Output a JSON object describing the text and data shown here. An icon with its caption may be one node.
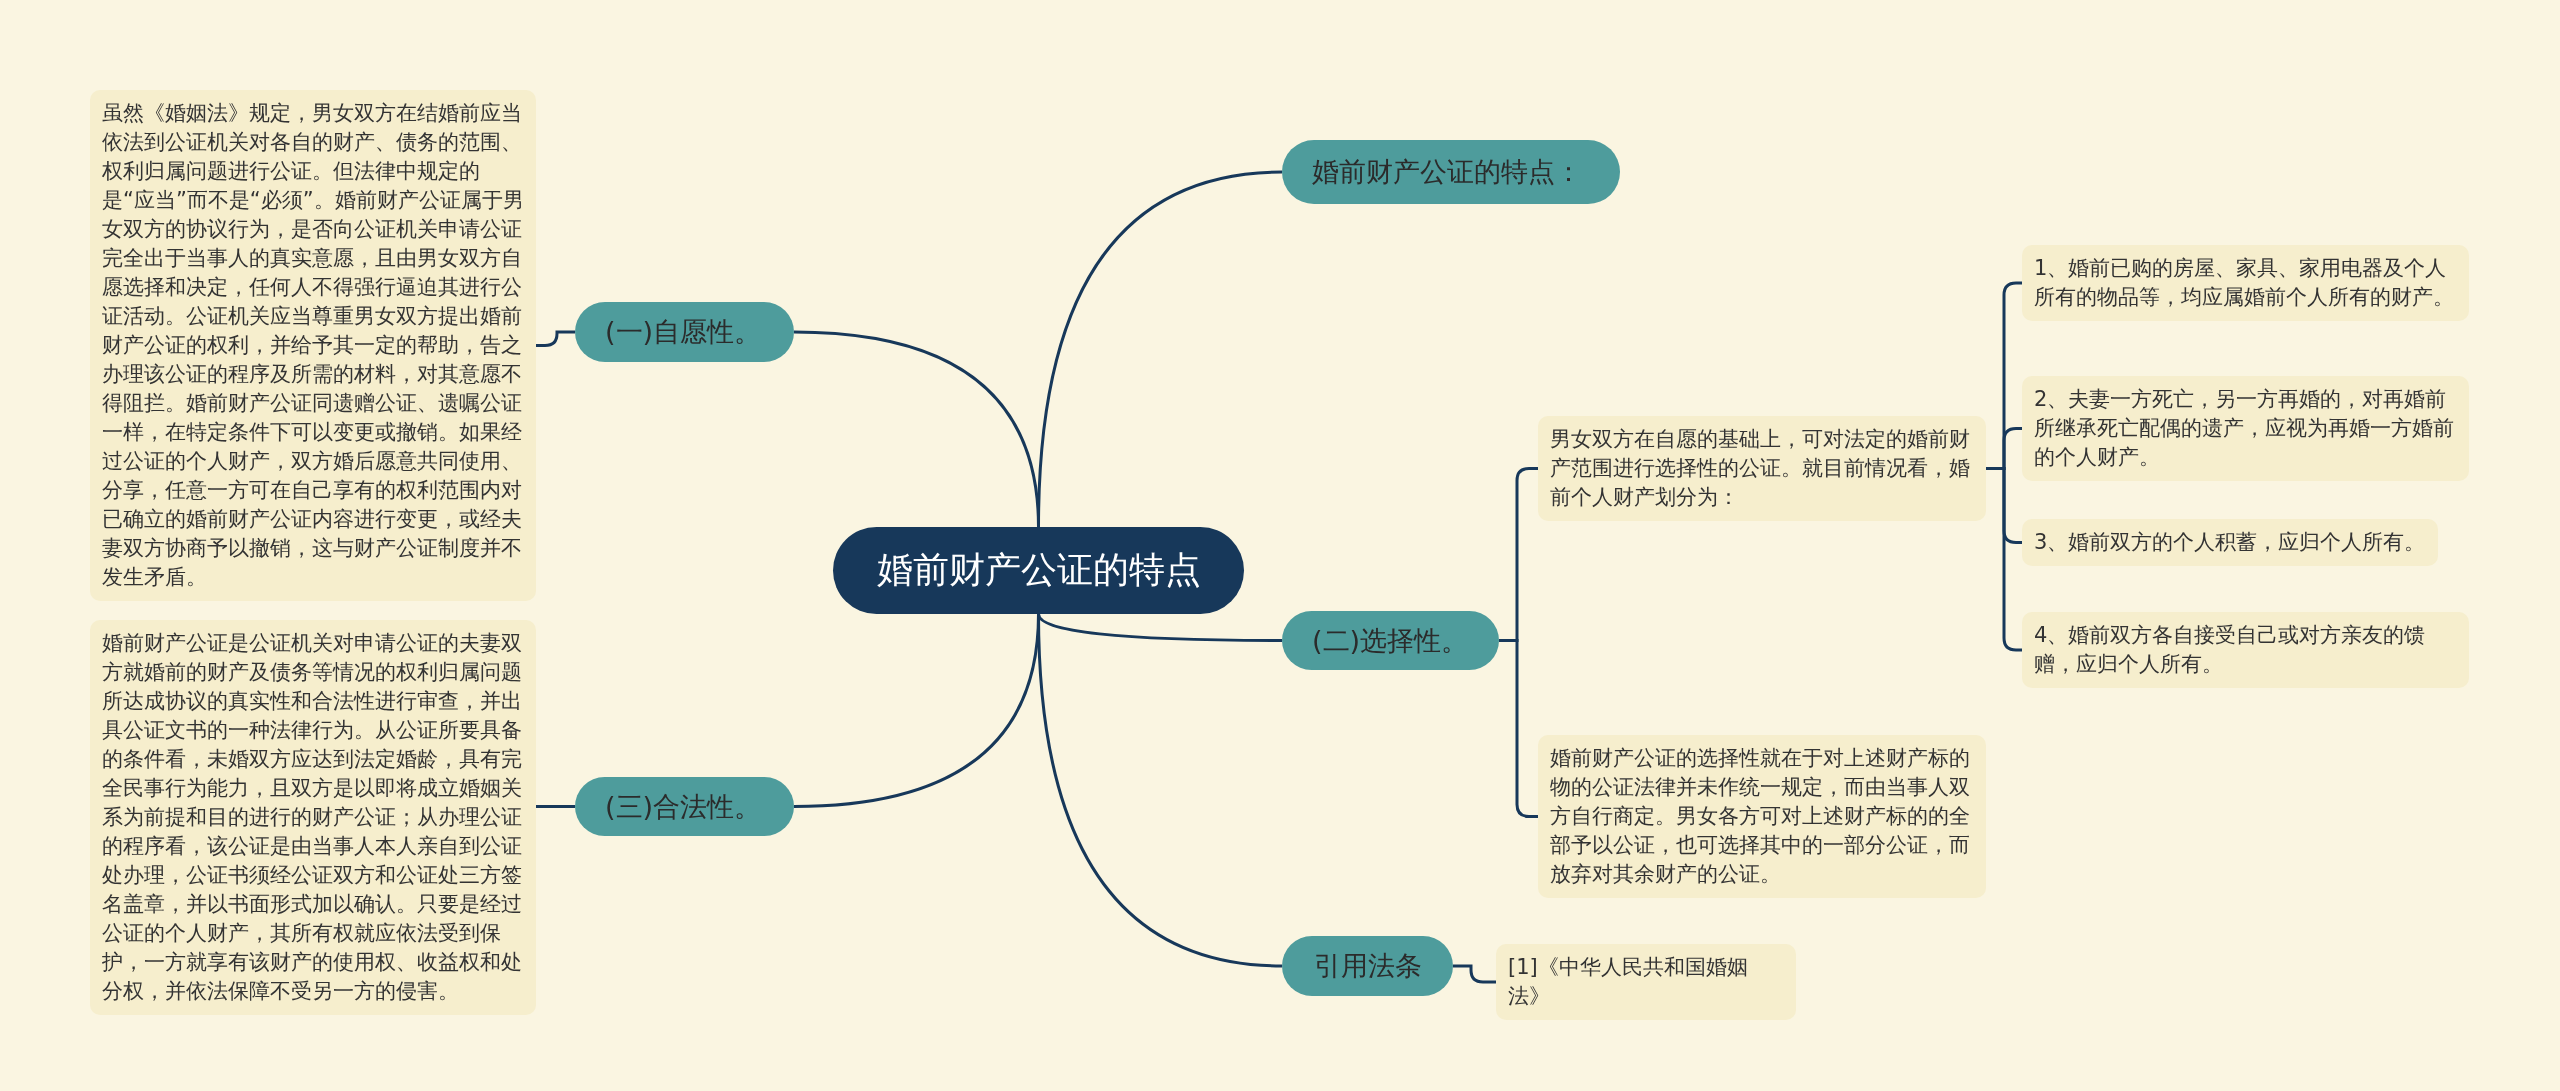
{
  "diagram": {
    "nodes": [
      {
        "text": [
          "婚前财产公证的特点"
        ]
      },
      {
        "text": [
          "婚前财产公证的特点："
        ]
      },
      {
        "text": [
          "(一)自愿性。"
        ]
      },
      {
        "text": [
          "虽然《婚姻法》规定，男女双方在结婚前应当依法到公证机关对各自的财产、债务的范围、权利归属问题进行公证。但法律中规定的是“应当”而不是“必须”。婚前财产公证属于男女双方的协议行为，是否向公证机关申请公证完全出于当事人的真实意愿，且由男女双方自愿选择和决定，任何人不得强行逼迫其进行公证活动。公证机关应当尊重男女双方提出婚前财产公证的权利，并给予其一定的帮助，告之办理该公证的程序及所需的材料，对其意愿不得阻拦。婚前财产公证同遗赠公证、遗嘱公证一样，在特定条件下可以变更或撤销。如果经过公证的个人财产，双方婚后愿意共同使用、分享，任意一方可在自己享有的权利范围内对已确立的婚前财产公证内容进行变更，或经夫妻双方协商予以撤销，这与财产公证制度并不发生矛盾。"
        ]
      },
      {
        "text": [
          "(二)选择性。"
        ]
      },
      {
        "text": [
          "男女双方在自愿的基础上，可对法定的婚前财产范围进行选择性的公证。就目前情况看，婚前个人财产划分为："
        ]
      },
      {
        "text": [
          "1、婚前已购的房屋、家具、家用电器及个人所有的物品等，均应属婚前个人所有的财产。"
        ]
      },
      {
        "text": [
          "2、夫妻一方死亡，另一方再婚的，对再婚前所继承死亡配偶的遗产，应视为再婚一方婚前的个人财产。"
        ]
      },
      {
        "text": [
          "3、婚前双方的个人积蓄，应归个人所有。"
        ]
      },
      {
        "text": [
          "4、婚前双方各自接受自己或对方亲友的馈赠，应归个人所有。"
        ]
      },
      {
        "text": [
          "婚前财产公证的选择性就在于对上述财产标的物的公证法律并未作统一规定，而由当事人双方自行商定。男女各方可对上述财产标的的全部予以公证，也可选择其中的一部分公证，而放弃对其余财产的公证。"
        ]
      },
      {
        "text": [
          "(三)合法性。"
        ]
      },
      {
        "text": [
          "婚前财产公证是公证机关对申请公证的夫妻双方就婚前的财产及债务等情况的权利归属问题所达成协议的真实性和合法性进行审查，并出具公证文书的一种法律行为。从公证所要具备的条件看，未婚双方应达到法定婚龄，具有完全民事行为能力，且双方是以即将成立婚姻关系为前提和目的进行的财产公证；从办理公证的程序看，该公证是由当事人本人亲自到公证处办理，公证书须经公证双方和公证处三方签名盖章，并以书面形式加以确认。只要是经过公证的个人财产，其所有权就应依法受到保护，一方就享有该财产的使用权、收益权和处分权，并依法保障不受另一方的侵害。"
        ]
      },
      {
        "text": [
          "引用法条"
        ]
      },
      {
        "text": [
          "[1]《中华人民共和国婚姻法》"
        ]
      }
    ],
    "edges": [
      {
        "from": 0,
        "to": 1,
        "arrow": "none"
      },
      {
        "from": 0,
        "to": 2,
        "arrow": "none"
      },
      {
        "from": 2,
        "to": 3,
        "arrow": "none"
      },
      {
        "from": 0,
        "to": 4,
        "arrow": "none"
      },
      {
        "from": 4,
        "to": 5,
        "arrow": "none"
      },
      {
        "from": 5,
        "to": 6,
        "arrow": "none"
      },
      {
        "from": 5,
        "to": 7,
        "arrow": "none"
      },
      {
        "from": 5,
        "to": 8,
        "arrow": "none"
      },
      {
        "from": 5,
        "to": 9,
        "arrow": "none"
      },
      {
        "from": 4,
        "to": 10,
        "arrow": "none"
      },
      {
        "from": 0,
        "to": 11,
        "arrow": "none"
      },
      {
        "from": 11,
        "to": 12,
        "arrow": "none"
      },
      {
        "from": 0,
        "to": 13,
        "arrow": "none"
      },
      {
        "from": 13,
        "to": 14,
        "arrow": "none"
      }
    ]
  }
}
